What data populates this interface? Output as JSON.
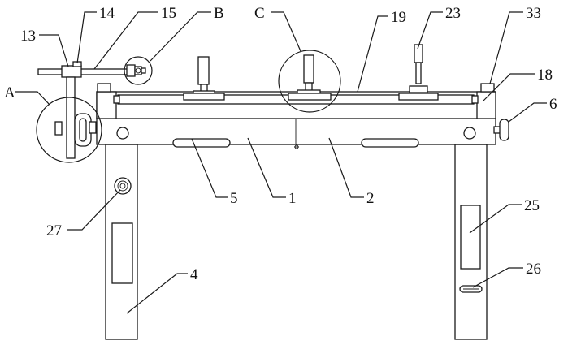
{
  "labels": {
    "l14": "14",
    "l15": "15",
    "lB": "B",
    "lC": "C",
    "l19": "19",
    "l23": "23",
    "l33": "33",
    "l13": "13",
    "l18": "18",
    "lA": "A",
    "l6": "6",
    "l5": "5",
    "l1": "1",
    "l2": "2",
    "l25": "25",
    "l27": "27",
    "l26": "26",
    "l4": "4"
  }
}
